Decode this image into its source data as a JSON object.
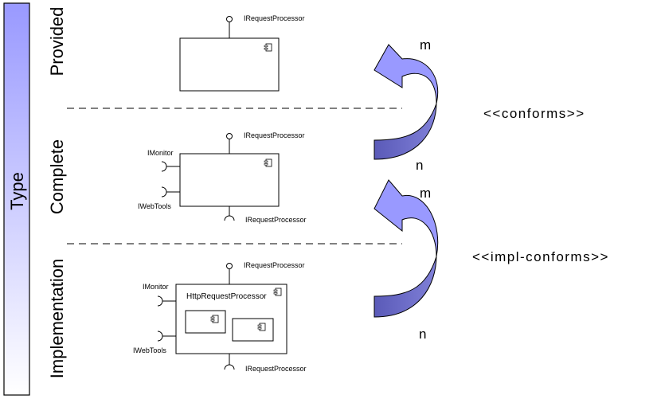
{
  "sidebar": {
    "title": "Type"
  },
  "levels": [
    {
      "label": "Provided"
    },
    {
      "label": "Complete"
    },
    {
      "label": "Implementation"
    }
  ],
  "interfaces": {
    "request_processor": "IRequestProcessor",
    "monitor": "IMonitor",
    "web_tools": "IWebTools"
  },
  "components": {
    "http_request_processor": "HttpRequestProcessor"
  },
  "relations": [
    {
      "top": "m",
      "bottom": "n",
      "stereotype": "<<conforms>>"
    },
    {
      "top": "m",
      "bottom": "n",
      "stereotype": "<<impl-conforms>>"
    }
  ],
  "colors": {
    "bar_top": "#9999ff",
    "bar_bottom": "#ffffff",
    "arrow_light": "#9999ff",
    "arrow_dark": "#6060c0",
    "separator": "#808080"
  }
}
